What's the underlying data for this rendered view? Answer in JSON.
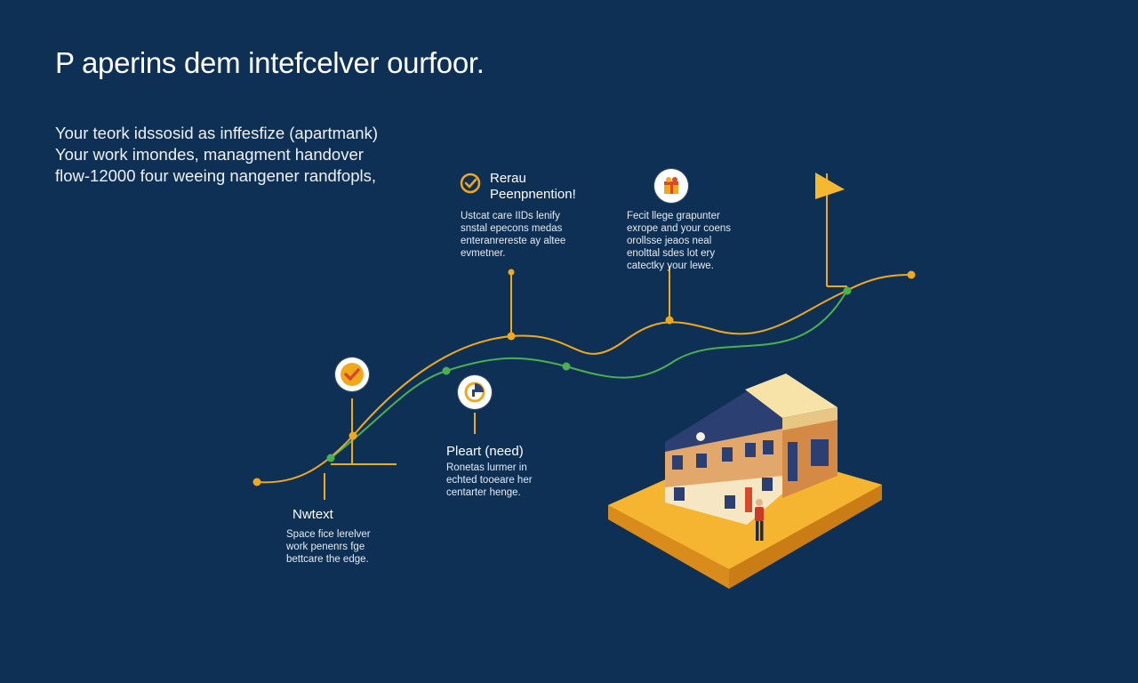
{
  "page": {
    "title": "P aperins dem intefcelver ourfoor.",
    "intro_lines": [
      "Your teork idssosid as inffesfize (apartmank)",
      "Your work imondes, managment handover",
      "flow-12000 four weeing nangener randfopls,"
    ]
  },
  "milestones": [
    {
      "id": "nwtext",
      "head": "Nwtext",
      "body": [
        "Space fice lerelver",
        "work penenrs fge",
        "bettcare the edge."
      ]
    },
    {
      "id": "rerau",
      "head": [
        "Rerau",
        "Peenpnention!"
      ],
      "body": [
        "Ustcat care IIDs lenify",
        "snstal epecons medas",
        "enteranrereste ay altee",
        "evmetner."
      ]
    },
    {
      "id": "pleart",
      "head": "Pleart (need)",
      "body": [
        "Ronetas lurmer in",
        "echted tooeare her",
        "centarter henge."
      ]
    },
    {
      "id": "fecit",
      "body": [
        "Fecit llege grapunter",
        "exrope and your coens",
        "orollsse jeaos neal",
        "enolttal sdes lot ery",
        "catectky your lewe."
      ]
    }
  ],
  "colors": {
    "background": "#0f3055",
    "accent_orange": "#f0a91a",
    "accent_green": "#4caf50",
    "flag": "#f5b82e",
    "building_base": "#f5b531",
    "roof": "#2b3f73",
    "wall_upper": "#e2a86b",
    "wall_side": "#d48a45",
    "wall_lower": "#f5e6c4"
  },
  "icons": {
    "check_badge_1": "check-icon",
    "check_badge_2": "check-circle-icon",
    "gift_badge": "gift-icon",
    "chart_badge": "pie-chart-icon",
    "flag": "flag-icon",
    "building": "apartment-building-icon",
    "person": "person-icon"
  }
}
